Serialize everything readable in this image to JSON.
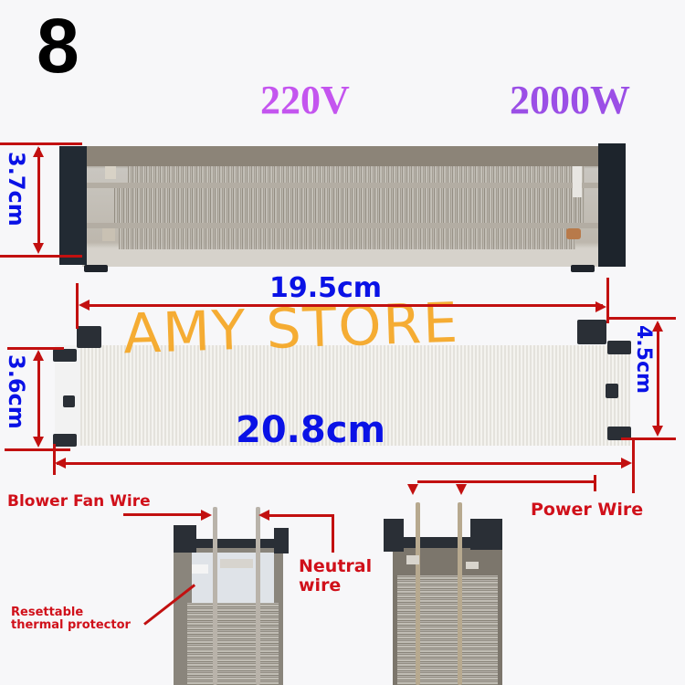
{
  "header": {
    "model_number": "8",
    "voltage": "220V",
    "power": "2000W"
  },
  "colors": {
    "voltage_text": "#c455ef",
    "power_text": "#9b4fe6",
    "dimension_text": "#0a12e6",
    "dimension_lines": "#c21010",
    "annotation_text": "#d0101a",
    "watermark": "#f5a623"
  },
  "dimensions": {
    "open_heater_height": "3.7cm",
    "inner_length": "19.5cm",
    "covered_heater_height": "3.6cm",
    "overall_height": "4.5cm",
    "overall_length": "20.8cm"
  },
  "watermark": "AMY STORE",
  "annotations": {
    "blower_fan_wire": "Blower Fan Wire",
    "neutral_wire_line1": "Neutral",
    "neutral_wire_line2": "wire",
    "power_wire": "Power Wire",
    "thermal_protector_line1": "Resettable",
    "thermal_protector_line2": "thermal protector"
  }
}
